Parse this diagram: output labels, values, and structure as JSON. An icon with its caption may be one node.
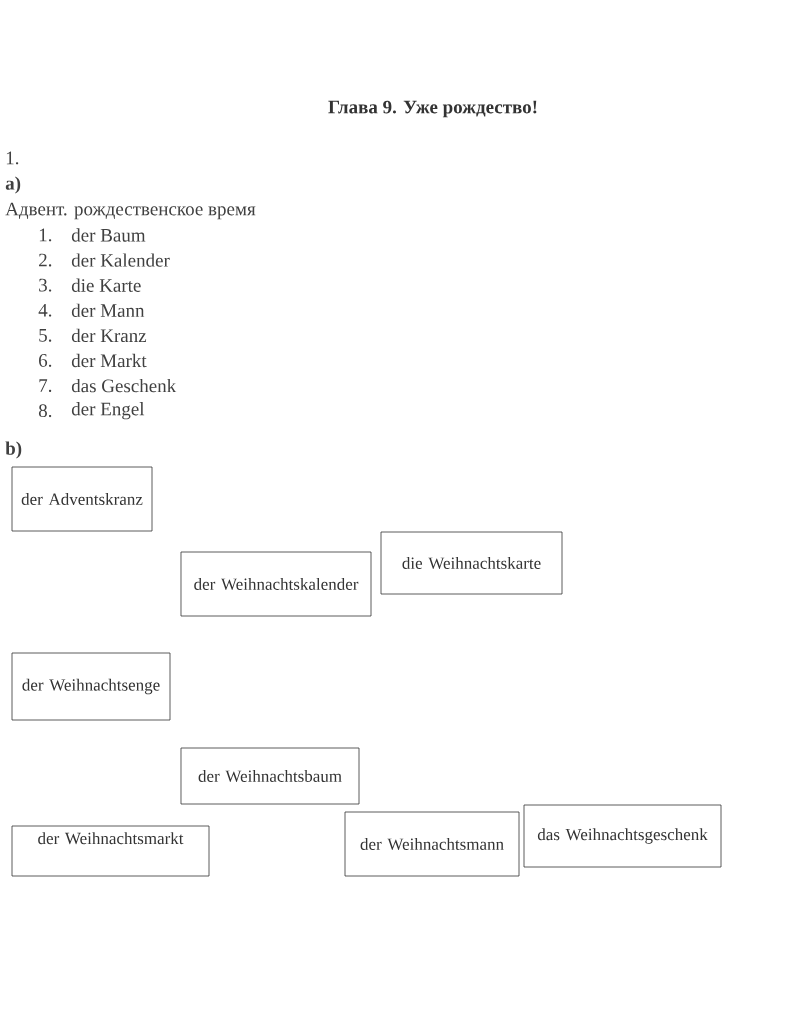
{
  "diagram": {
    "title": "Глава 9. Уже рождество!",
    "nodes": [
      {
        "text": [
          "der Adventskranz"
        ]
      },
      {
        "text": [
          "der Weihnachtskalender"
        ]
      },
      {
        "text": [
          "die Weihnachtskarte"
        ]
      },
      {
        "text": [
          "der Weihnachtsenge"
        ]
      },
      {
        "text": [
          "der Weihnachtsbaum"
        ]
      },
      {
        "text": [
          "der Weihnachtsmarkt"
        ]
      },
      {
        "text": [
          "der Weihnachtsmann"
        ]
      },
      {
        "text": [
          "das Weihnachtsgeschenk"
        ]
      }
    ],
    "labels": [
      "1.",
      "a)",
      "Адвент. рождественское время",
      "1.",
      "der Baum",
      "2.",
      "der Kalender",
      "3.",
      "die Karte",
      "4.",
      "der Mann",
      "5.",
      "der Kranz",
      "6.",
      "der Markt",
      "7.",
      "das Geschenk",
      "8.",
      "der Engel",
      "b)"
    ]
  }
}
